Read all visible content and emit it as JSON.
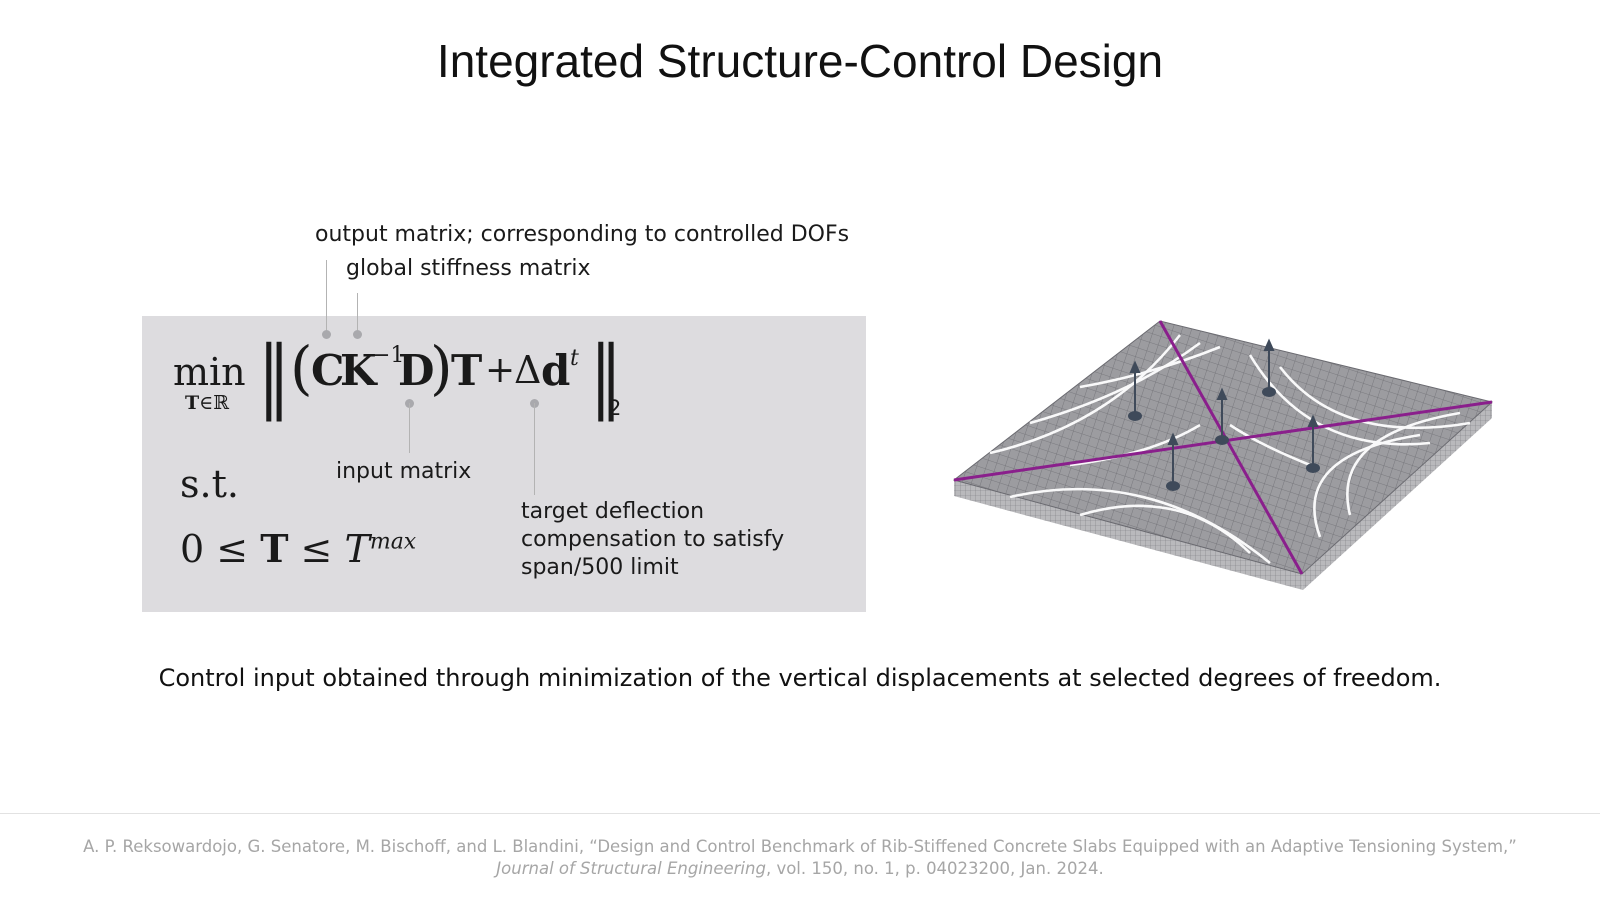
{
  "title": "Integrated Structure-Control Design",
  "annotations": {
    "output_matrix": "output matrix; corresponding to controlled DOFs",
    "stiffness_matrix": "global stiffness matrix",
    "input_matrix": "input matrix",
    "target_deflection_line1": "target deflection",
    "target_deflection_line2": "compensation to satisfy",
    "target_deflection_line3": "span/500 limit"
  },
  "formula": {
    "min": "min",
    "min_sub_T": "T",
    "min_sub_rest": "∈ℝ",
    "norm_open": "‖",
    "paren_open": "(",
    "C": "C",
    "K": "K",
    "K_sup": "−1",
    "D": "D",
    "paren_close": ")",
    "T": "T",
    "plus": "+",
    "delta": "Δ",
    "d": "d",
    "d_sup": "t",
    "norm_close": "‖",
    "norm_sub": "2",
    "st": "s.t.",
    "constraint_left": "0 ≤ ",
    "constraint_T": "T",
    "constraint_mid": " ≤ ",
    "constraint_Tmax": "T",
    "constraint_sup": "max"
  },
  "caption": "Control input obtained through minimization of the vertical displacements at selected degrees of freedom.",
  "reference": {
    "text_before": "A. P. Reksowardojo, G. Senatore, M. Bischoff, and L. Blandini, “Design and Control Benchmark of Rib-Stiffened Concrete Slabs Equipped with an Adaptive Tensioning System,” ",
    "journal": "Journal of Structural Engineering",
    "text_after": ", vol. 150, no. 1, p. 04023200, Jan. 2024."
  },
  "colors": {
    "rib_accent": "#8a1f8c",
    "panel": "#dddcdf",
    "mesh": "#8e8e92",
    "actuator": "#3f4a5a"
  }
}
